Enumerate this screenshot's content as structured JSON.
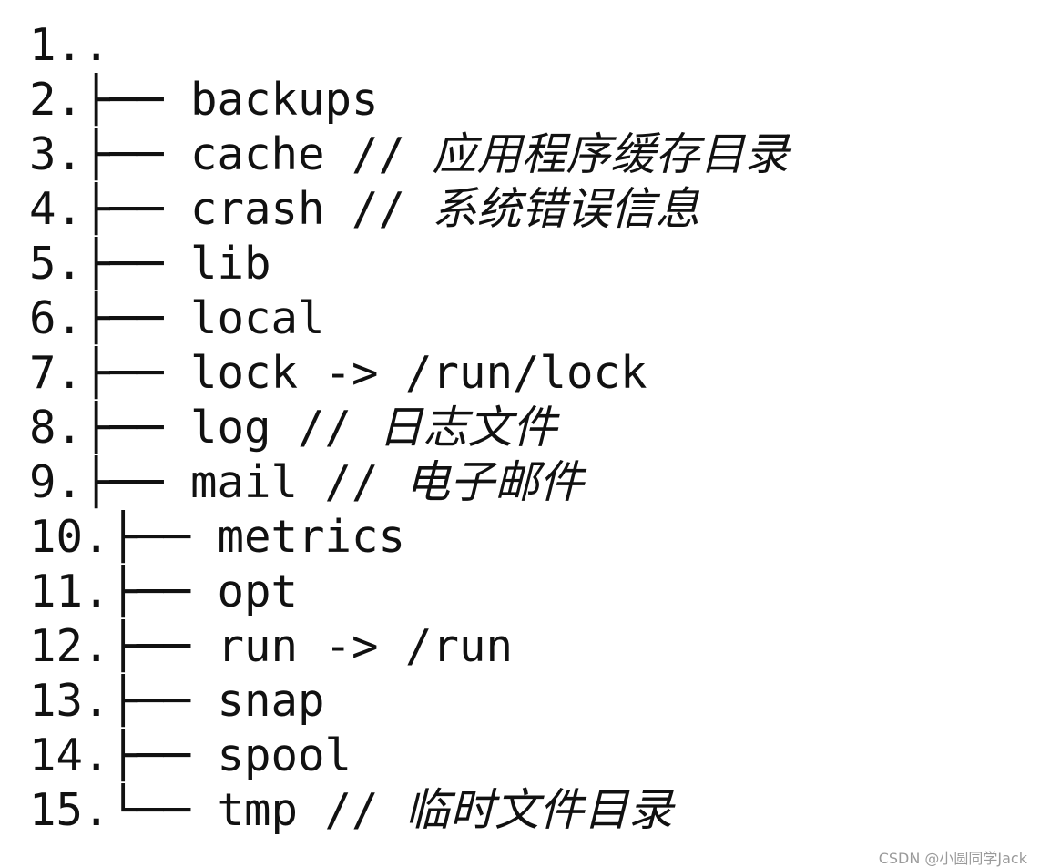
{
  "lines": [
    {
      "num": "1.",
      "branch": ".",
      "name": "",
      "comment": ""
    },
    {
      "num": "2.",
      "branch": "├── ",
      "name": "backups",
      "comment": ""
    },
    {
      "num": "3.",
      "branch": "├── ",
      "name": "cache // ",
      "comment": "应用程序缓存目录"
    },
    {
      "num": "4.",
      "branch": "├── ",
      "name": "crash // ",
      "comment": "系统错误信息"
    },
    {
      "num": "5.",
      "branch": "├── ",
      "name": "lib",
      "comment": ""
    },
    {
      "num": "6.",
      "branch": "├── ",
      "name": "local",
      "comment": ""
    },
    {
      "num": "7.",
      "branch": "├── ",
      "name": "lock -> /run/lock",
      "comment": ""
    },
    {
      "num": "8.",
      "branch": "├── ",
      "name": "log // ",
      "comment": "日志文件"
    },
    {
      "num": "9.",
      "branch": "├── ",
      "name": "mail // ",
      "comment": "电子邮件"
    },
    {
      "num": "10.",
      "branch": "├── ",
      "name": "metrics",
      "comment": ""
    },
    {
      "num": "11.",
      "branch": "├── ",
      "name": "opt",
      "comment": ""
    },
    {
      "num": "12.",
      "branch": "├── ",
      "name": "run -> /run",
      "comment": ""
    },
    {
      "num": "13.",
      "branch": "├── ",
      "name": "snap",
      "comment": ""
    },
    {
      "num": "14.",
      "branch": "├── ",
      "name": "spool",
      "comment": ""
    },
    {
      "num": "15.",
      "branch": "└── ",
      "name": "tmp // ",
      "comment": "临时文件目录"
    }
  ],
  "watermark": "CSDN @小圆同学Jack"
}
